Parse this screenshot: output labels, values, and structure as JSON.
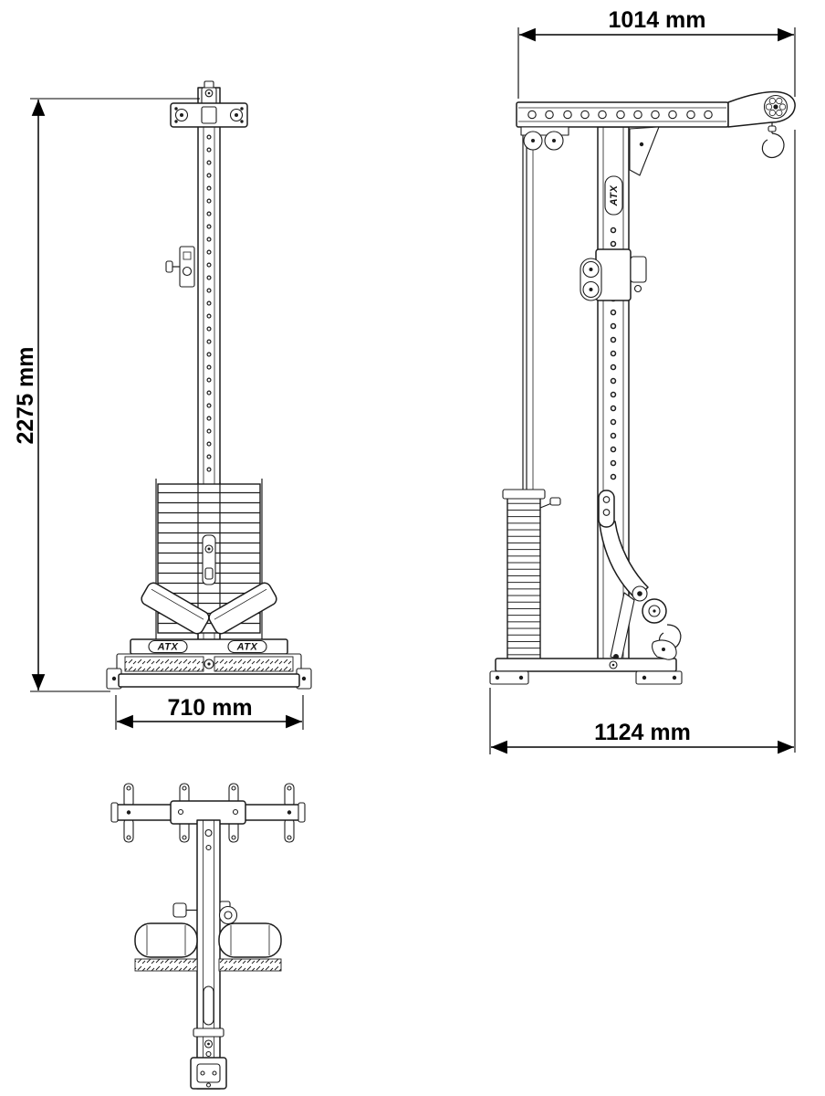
{
  "drawing": {
    "dimensions": {
      "height": "2275 mm",
      "width_front": "710 mm",
      "width_top": "1014 mm",
      "width_bottom": "1124 mm"
    },
    "brand_label": "ATX",
    "colors": {
      "line": "#1c1c1c",
      "dimension": "#000000",
      "background": "#ffffff"
    }
  }
}
